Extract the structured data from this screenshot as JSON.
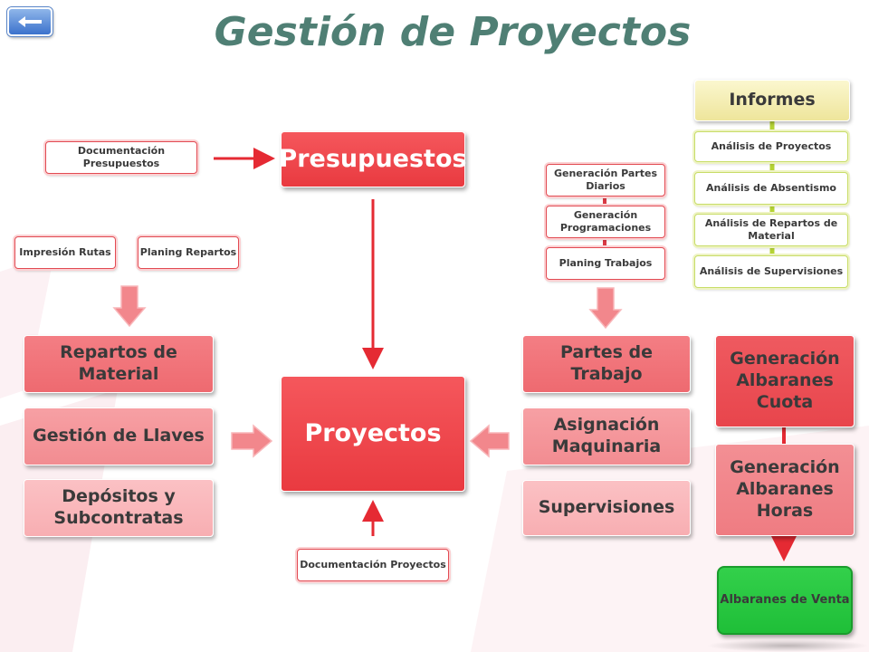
{
  "title": "Gestión de Proyectos",
  "back_button": {
    "icon": "left-arrow-icon"
  },
  "nodes": {
    "presupuestos": "Presupuestos",
    "proyectos": "Proyectos",
    "doc_presupuestos": "Documentación Presupuestos",
    "doc_proyectos": "Documentación Proyectos",
    "impresion_rutas": "Impresión Rutas",
    "planing_repartos": "Planing Repartos",
    "repartos_material": "Repartos de Material",
    "gestion_llaves": "Gestión de Llaves",
    "depositos": "Depósitos y Subcontratas",
    "gen_partes_diarios": "Generación Partes Diarios",
    "gen_programaciones": "Generación Programaciones",
    "planing_trabajos": "Planing Trabajos",
    "partes_trabajo": "Partes de Trabajo",
    "asignacion_maquinaria": "Asignación Maquinaria",
    "supervisiones": "Supervisiones",
    "gen_albaranes_cuota": "Generación Albaranes Cuota",
    "gen_albaranes_horas": "Generación Albaranes Horas",
    "albaranes_venta": "Albaranes de Venta"
  },
  "informes": {
    "header": "Informes",
    "items": [
      "Análisis de Proyectos",
      "Análisis de Absentismo",
      "Análisis de Repartos de Material",
      "Análisis de Supervisiones"
    ]
  },
  "colors": {
    "title": "#4f7f74",
    "primary_red": "#e93a40",
    "arrow_pink": "#f2878c",
    "informes_green": "#b5d334",
    "venta_green": "#1fbf38"
  }
}
